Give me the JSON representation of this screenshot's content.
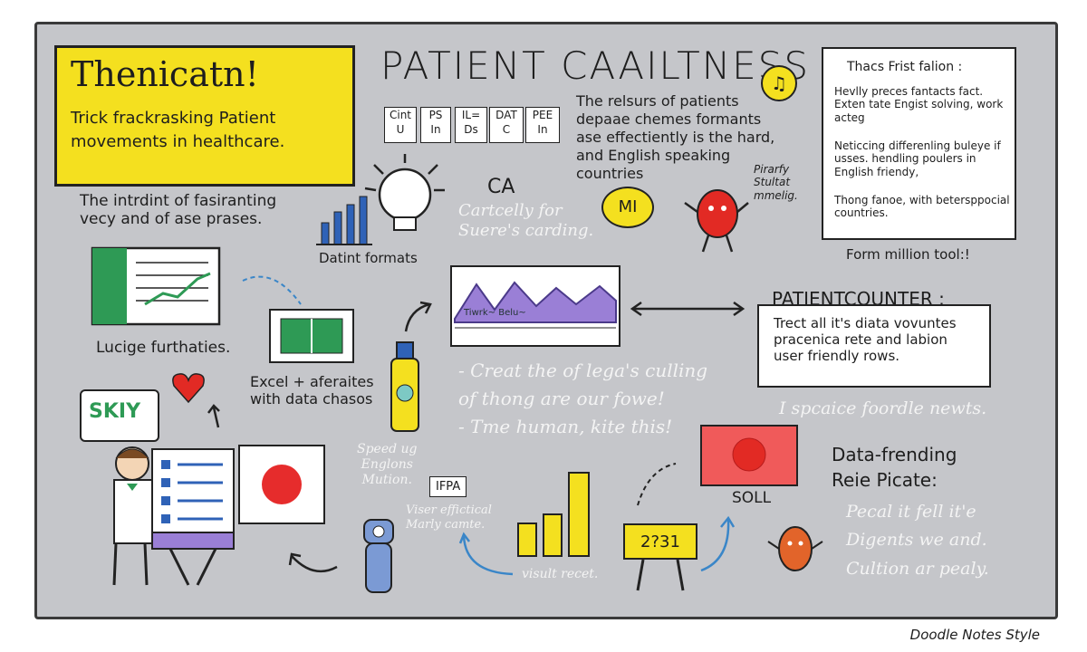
{
  "header": {
    "title": "Thenicatn!",
    "subtitle": "Trick frackrasking Patient movements in healthcare."
  },
  "main_title": "PATIENT CAAILTNESS",
  "format_cells": [
    {
      "top": "Cint",
      "bottom": "U"
    },
    {
      "top": "PS",
      "bottom": "In"
    },
    {
      "top": "IL=",
      "bottom": "Ds"
    },
    {
      "top": "DAT",
      "bottom": "C"
    },
    {
      "top": "PEE",
      "bottom": "In"
    }
  ],
  "top_center_text": "The relsurs of patients\ndepaae chemes formants\nase effectiently is the hard,\nand English speaking\ncountries",
  "mascot_label": "Pirarfy\nStultat\nmmelig.",
  "ca_label": "CA",
  "ca_sub": "Cartcelly for\nSuere's carding.",
  "mi_badge": "MI",
  "datint_label": "Datint formats",
  "left_intro": "The intrdint of fasiranting\nvecy and of ase prases.",
  "lucige_label": "Lucige furthaties.",
  "excel_label": "Excel + aferaites\nwith data chasos",
  "sky_label": "SKIY",
  "note_box": {
    "title": "Thacs Frist falion :",
    "bullets": [
      "Hevlly preces fantacts fact. Exten tate Engist solving, work acteg",
      "Neticcing differenling buleye if usses. hendling poulers in English friendy,",
      "Thong fanoe, with betersppocial countries."
    ]
  },
  "form_tool": "Form million tool:!",
  "counter": {
    "title": "PATIENTCOUNTER :",
    "body": "Trect all it's diata vovuntes\npracenica rete and labion\nuser friendly rows."
  },
  "chalk_center": "- Creat the of lega's culling\nof thong are our fowe!\n- Tme human, kite this!",
  "chalk_right": "I spcaice foordle newts.",
  "chart_tag": "Tiwrk~ Belu~",
  "speed_label": "Speed ug\nEnglons\nMution.",
  "ifpa_label": "IFPA",
  "viser_label": "Viser effictical\nMarly camte.",
  "visult_label": "visult recet.",
  "sign_value": "2?31",
  "soll_label": "SOLL",
  "data_fending": "Data-frending\nReie Picate:",
  "chalk_bottom_right": "Pecal it fell it'e\nDigents we and.\nCultion ar pealy.",
  "footer": "Doodle Notes Style",
  "colors": {
    "board": "#c5c6ca",
    "yellow": "#f4e01f",
    "red": "#e62c2c",
    "purple": "#9a7fd6",
    "green": "#2e9a55"
  }
}
